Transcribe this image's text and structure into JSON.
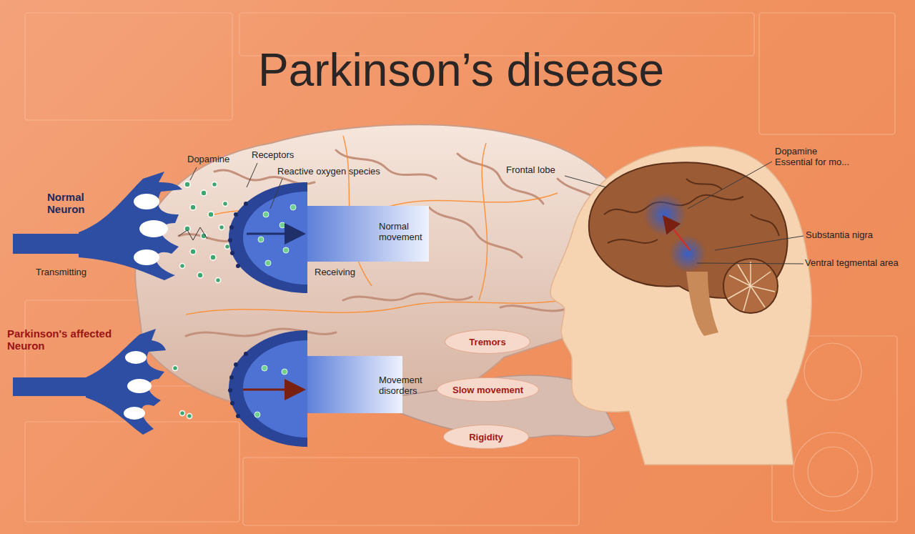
{
  "diagram": {
    "title": "Parkinson’s disease",
    "nodes": [
      {
        "text": [
          "Tremors"
        ]
      },
      {
        "text": [
          "Slow movement"
        ]
      },
      {
        "text": [
          "Rigidity"
        ]
      }
    ],
    "labels": [
      "Dopamine",
      "Receptors",
      "Reactive oxygen species",
      "Normal Neuron",
      "Transmitting",
      "Receiving",
      "Normal movement",
      "Parkinson's affected Neuron",
      "Movement disorders",
      "Frontal lobe",
      "Dopamine Essential for mo...",
      "Substantia nigra",
      "Ventral tegmental area"
    ]
  }
}
